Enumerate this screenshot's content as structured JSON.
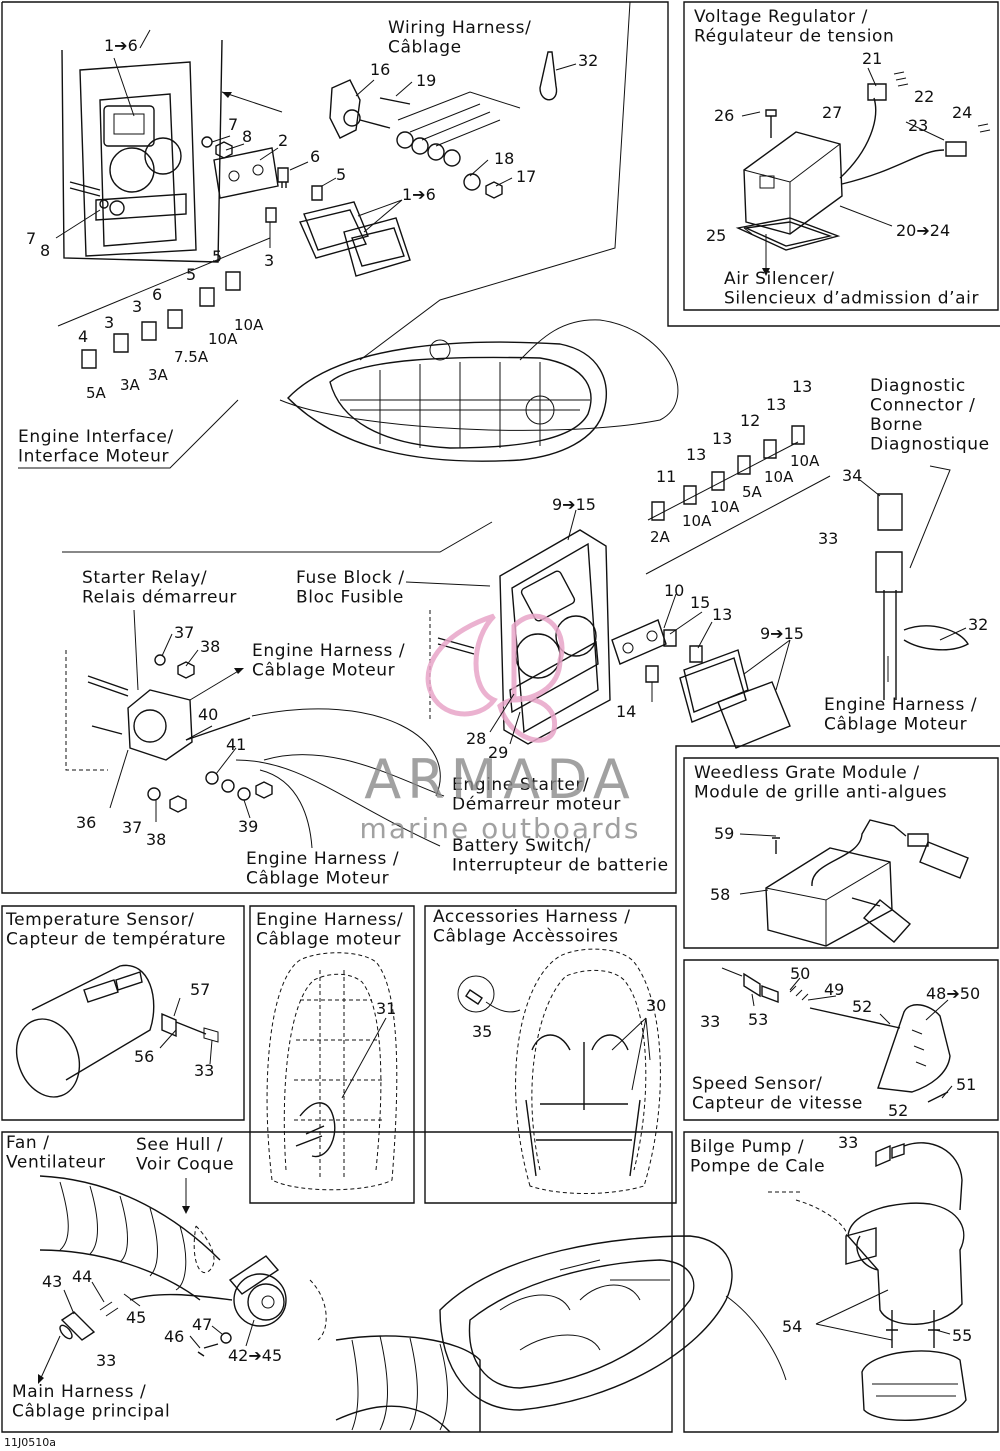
{
  "page_code": "11J0510a",
  "watermark": {
    "brand": "ARMADA",
    "tagline": "marine outboards",
    "color": "#e8a5c8",
    "text_color": "#8a8a8a"
  },
  "sections": {
    "engine_interface": {
      "title": "Engine Interface/\nInterface Moteur",
      "wiring_harness": "Wiring Harness/\nCâblage",
      "callouts": [
        "1➔6",
        "7",
        "8",
        "2",
        "6",
        "5",
        "1➔6",
        "16",
        "19",
        "32",
        "18",
        "17",
        "7",
        "8",
        "3"
      ],
      "fuses": [
        {
          "amp": "5A",
          "item": "4"
        },
        {
          "amp": "3A",
          "item": "3"
        },
        {
          "amp": "3A",
          "item": "3"
        },
        {
          "amp": "7.5A",
          "item": "6"
        },
        {
          "amp": "10A",
          "item": "5"
        },
        {
          "amp": "10A",
          "item": "5"
        }
      ]
    },
    "voltage_regulator": {
      "title": "Voltage Regulator /\nRégulateur de tension",
      "air_silencer": "Air Silencer/\nSilencieux d’admission d’air",
      "callouts": [
        "21",
        "22",
        "26",
        "27",
        "24",
        "23",
        "25",
        "20➔24"
      ]
    },
    "fuse_block": {
      "starter_relay": "Starter Relay/\nRelais démarreur",
      "fuse_block": "Fuse Block /\nBloc Fusible",
      "engine_harness_1": "Engine Harness /\nCâblage Moteur",
      "engine_starter": "Engine Starter/\nDémarreur moteur",
      "battery_switch": "Battery Switch/\nInterrupteur de batterie",
      "engine_harness_2": "Engine Harness /\nCâblage Moteur",
      "callouts": [
        "9➔15",
        "37",
        "38",
        "40",
        "41",
        "36",
        "37",
        "38",
        "39",
        "10",
        "15",
        "13",
        "9➔15",
        "14",
        "28",
        "29"
      ],
      "fuses": [
        {
          "amp": "2A",
          "item": "11"
        },
        {
          "amp": "10A",
          "item": "13"
        },
        {
          "amp": "10A",
          "item": "13"
        },
        {
          "amp": "5A",
          "item": "12"
        },
        {
          "amp": "10A",
          "item": "13"
        },
        {
          "amp": "10A",
          "item": "13"
        }
      ]
    },
    "diagnostic": {
      "title": "Diagnostic\nConnector /\nBorne\nDiagnostique",
      "engine_harness": "Engine Harness /\nCâblage Moteur",
      "callouts": [
        "34",
        "33",
        "32"
      ]
    },
    "weedless": {
      "title": "Weedless Grate Module /\nModule de grille anti-algues",
      "callouts": [
        "59",
        "58"
      ]
    },
    "temperature": {
      "title": "Temperature Sensor/\nCapteur de température",
      "callouts": [
        "57",
        "56",
        "33"
      ]
    },
    "engine_harness_panel": {
      "title": "Engine Harness/\nCâblage moteur",
      "callouts": [
        "31"
      ]
    },
    "accessories": {
      "title": "Accessories Harness /\nCâblage Accèssoires",
      "callouts": [
        "35",
        "30"
      ]
    },
    "speed_sensor": {
      "title": "Speed Sensor/\nCapteur de vitesse",
      "callouts": [
        "50",
        "49",
        "52",
        "48➔50",
        "33",
        "53",
        "51",
        "52"
      ]
    },
    "fan": {
      "title": "Fan /\nVentilateur",
      "see_hull": "See Hull /\nVoir Coque",
      "main_harness": "Main Harness /\nCâblage principal",
      "callouts": [
        "43",
        "44",
        "45",
        "46",
        "47",
        "42➔45",
        "33"
      ]
    },
    "bilge_pump": {
      "title": "Bilge Pump /\nPompe de Cale",
      "callouts": [
        "33",
        "54",
        "55"
      ]
    }
  }
}
